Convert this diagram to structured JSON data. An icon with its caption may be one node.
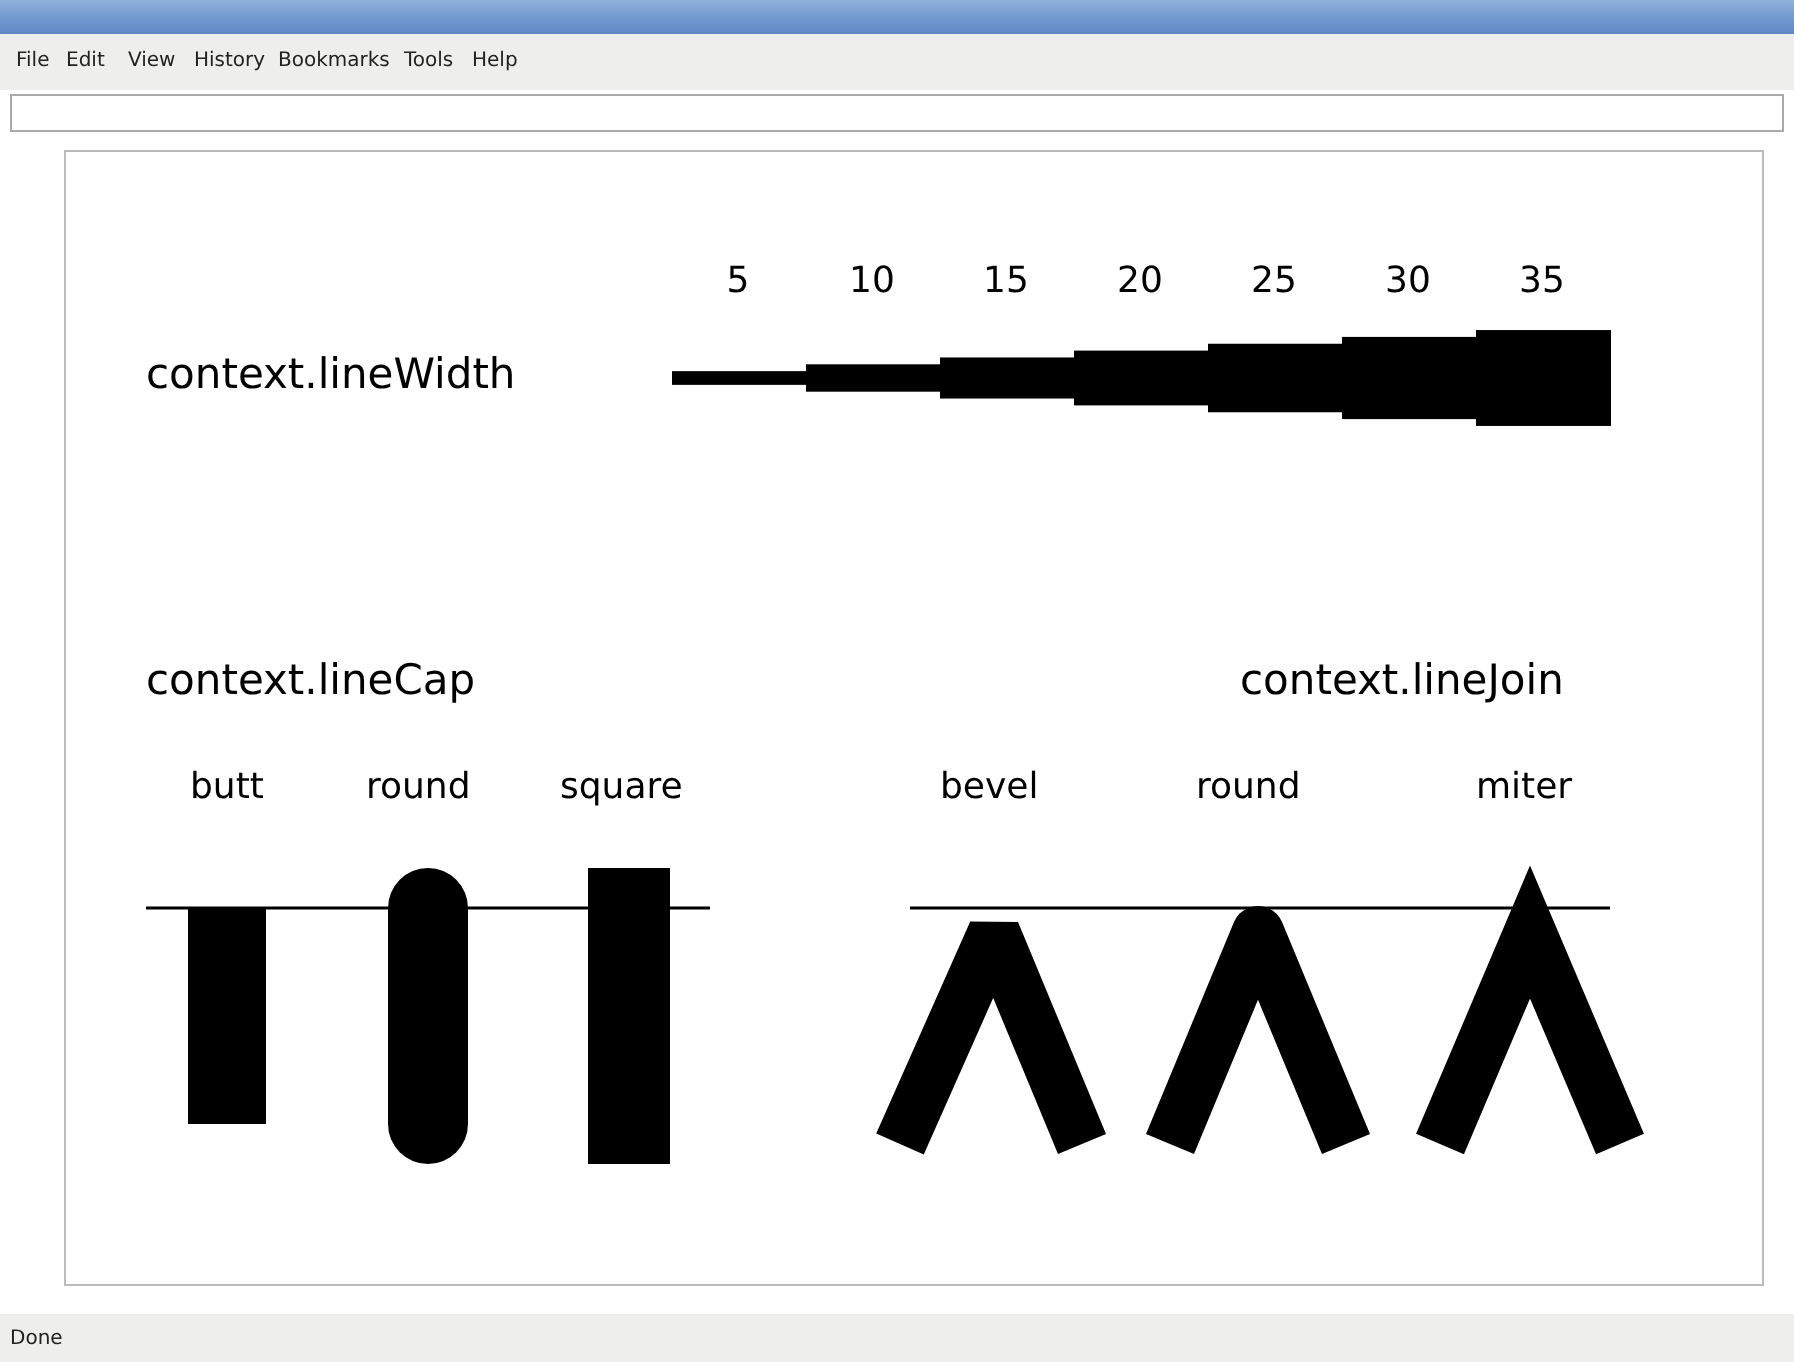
{
  "diagram": {
    "labels": [
      "File",
      "Edit",
      "View",
      "History",
      "Bookmarks",
      "Tools",
      "Help",
      "5",
      "10",
      "15",
      "20",
      "25",
      "30",
      "35",
      "context.lineWidth",
      "context.lineCap",
      "context.lineJoin",
      "butt",
      "round",
      "square",
      "bevel",
      "round",
      "miter",
      "Done"
    ]
  }
}
